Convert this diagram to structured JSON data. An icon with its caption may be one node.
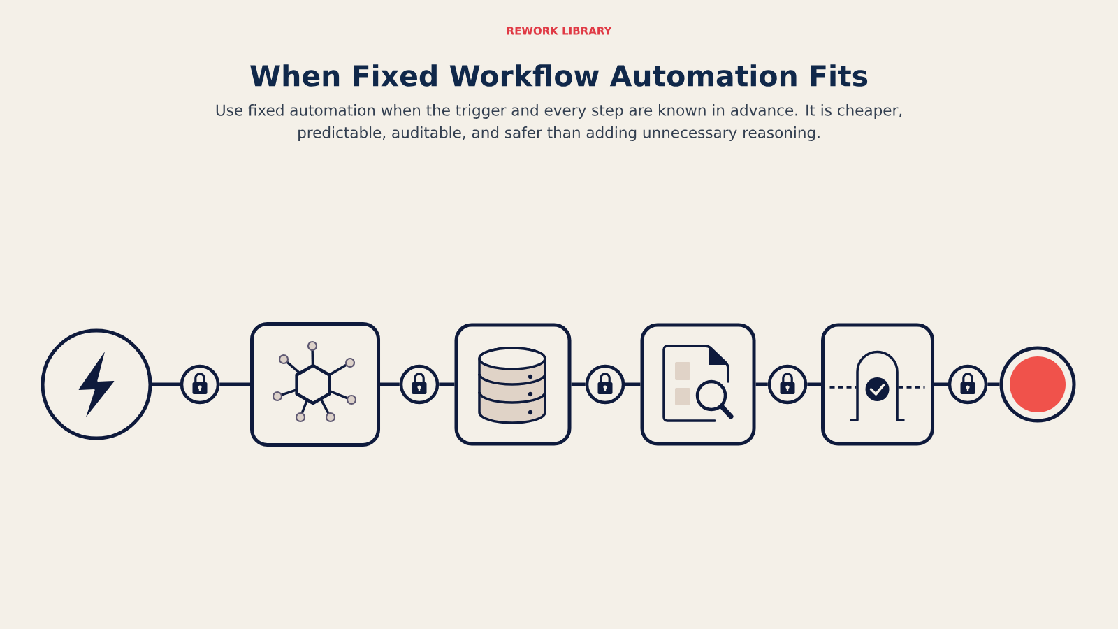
{
  "diagram": {
    "title": "When Fixed Workflow Automation Fits",
    "caption": "Use fixed automation when the trigger and every step are known in advance. It is cheaper, predictable, auditable, and safer than adding unnecessary reasoning.",
    "nodes": [
      {
        "text": [],
        "shape": "circle"
      },
      {
        "text": [],
        "shape": "circle"
      },
      {
        "text": [],
        "shape": "box"
      },
      {
        "text": [],
        "shape": "circle"
      },
      {
        "text": [],
        "shape": "box"
      },
      {
        "text": [],
        "shape": "circle"
      },
      {
        "text": [],
        "shape": "box"
      },
      {
        "text": [],
        "shape": "circle"
      },
      {
        "text": [],
        "shape": "box"
      },
      {
        "text": [],
        "shape": "circle"
      },
      {
        "text": [],
        "shape": "circle"
      }
    ],
    "edges": [
      {
        "from": 0,
        "to": 1,
        "arrow": "none"
      },
      {
        "from": 1,
        "to": 2,
        "arrow": "none"
      },
      {
        "from": 2,
        "to": 3,
        "arrow": "none"
      },
      {
        "from": 3,
        "to": 4,
        "arrow": "none"
      },
      {
        "from": 4,
        "to": 5,
        "arrow": "none"
      },
      {
        "from": 5,
        "to": 6,
        "arrow": "none"
      },
      {
        "from": 6,
        "to": 7,
        "arrow": "none"
      },
      {
        "from": 7,
        "to": 8,
        "arrow": "none"
      },
      {
        "from": 8,
        "to": 9,
        "arrow": "none"
      },
      {
        "from": 9,
        "to": 10,
        "arrow": "none"
      }
    ],
    "labels": [
      "REWORK LIBRARY"
    ]
  }
}
